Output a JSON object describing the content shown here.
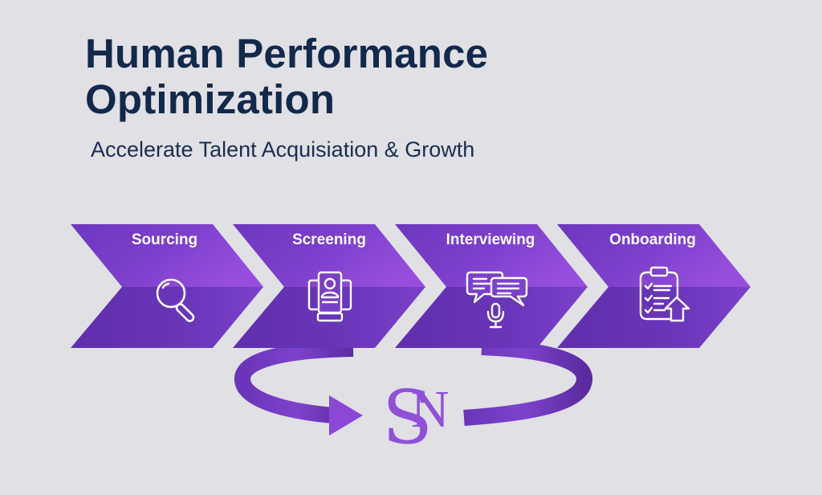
{
  "header": {
    "title_line1": "Human Performance",
    "title_line2": "Optimization",
    "subtitle": "Accelerate Talent Acquisiation & Growth"
  },
  "process": {
    "steps": [
      {
        "label": "Sourcing",
        "icon": "magnifying-glass-icon"
      },
      {
        "label": "Screening",
        "icon": "candidate-profile-icon"
      },
      {
        "label": "Interviewing",
        "icon": "chat-microphone-icon"
      },
      {
        "label": "Onboarding",
        "icon": "checklist-clipboard-icon"
      }
    ],
    "cycle": {
      "icon": "circular-arrow-icon"
    }
  },
  "logo": {
    "text_s": "S",
    "text_n": "N"
  },
  "colors": {
    "background": "#e0e0e5",
    "title": "#13294b",
    "chevron_light": "#8f4ad6",
    "chevron_dark": "#5f2fae",
    "logo": "#9050d8"
  }
}
